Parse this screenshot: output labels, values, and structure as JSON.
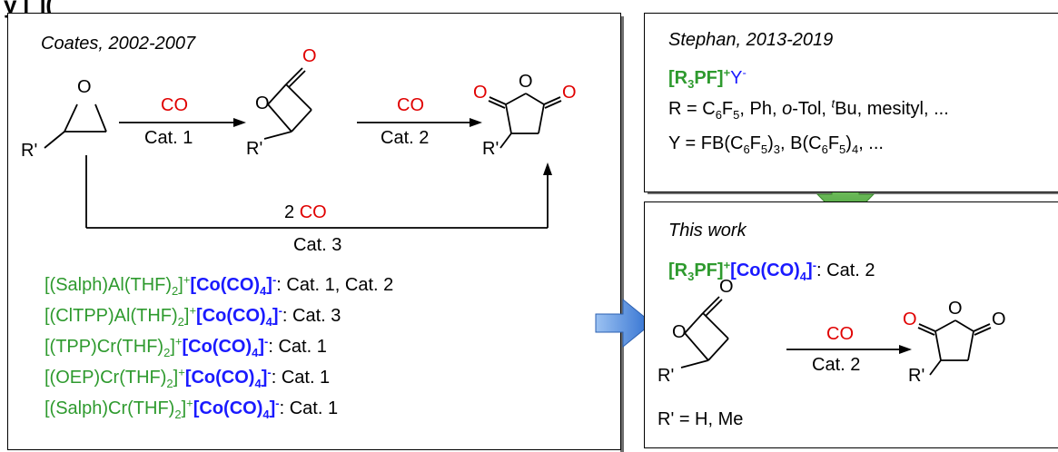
{
  "header": {
    "text": "y [ ](",
    "note": "partial header cropped at top edge"
  },
  "left_panel": {
    "title": "Coates, 2002-2007",
    "reagent_co": "CO",
    "cat1": "Cat. 1",
    "cat2": "Cat. 2",
    "two": "2 ",
    "cat3": "Cat. 3",
    "r_prime": "R'",
    "atom_o": "O",
    "catalysts": [
      {
        "ligand": "[(Salph)Al(THF)",
        "anion": "[Co(CO)",
        "use": ": Cat. 1, Cat. 2"
      },
      {
        "ligand": "[(ClTPP)Al(THF)",
        "anion": "[Co(CO)",
        "use": ": Cat. 3"
      },
      {
        "ligand": "[(TPP)Cr(THF)",
        "anion": "[Co(CO)",
        "use": ": Cat. 1"
      },
      {
        "ligand": "[(OEP)Cr(THF)",
        "anion": "[Co(CO)",
        "use": ": Cat. 1"
      },
      {
        "ligand": "[(Salph)Cr(THF)",
        "anion": "[Co(CO)",
        "use": ": Cat. 1"
      }
    ]
  },
  "top_right": {
    "title": "Stephan, 2013-2019",
    "salt_prefix": "[R",
    "salt_mid": "PF]",
    "anion_y": "Y",
    "r_line": {
      "prefix": "R = C",
      "mid": "F",
      "rest1": ", Ph, ",
      "otol": "o",
      "rest2": "-Tol, ",
      "tbu_sup": "t",
      "rest3": "Bu, mesityl, ..."
    },
    "y_line": {
      "prefix": "Y = FB(C",
      "f": "F",
      "mid": ")",
      "b": ", B(C",
      "end": ", ..."
    }
  },
  "bottom_right": {
    "title": "This work",
    "salt_prefix": "[R",
    "salt_mid": "PF]",
    "anion": "[Co(CO)",
    "use": ": Cat. 2",
    "reagent_co": "CO",
    "cat2": "Cat. 2",
    "r_prime": "R'",
    "atom_o": "O",
    "footer": "R' = H, Me"
  },
  "colors": {
    "green": "#2e9a2e",
    "blue": "#1a1aff",
    "red": "#e00000",
    "arrow_blue": "#3f7fdc",
    "arrow_green": "#4caf3a"
  }
}
